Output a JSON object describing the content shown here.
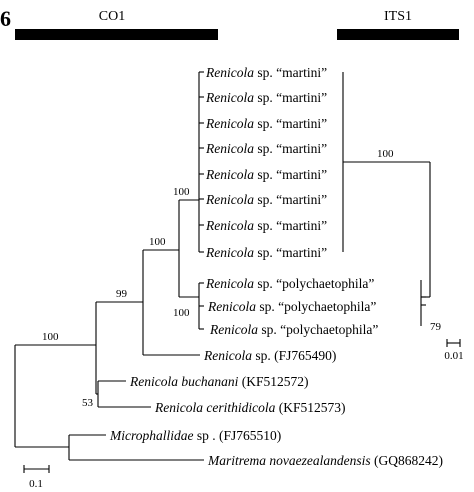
{
  "figure": {
    "panel_label": "6",
    "header_left": "CO1",
    "header_right": "ITS1",
    "scale_left": "0.1",
    "scale_right": "0.01"
  },
  "co1_tree": {
    "taxa": [
      {
        "genus": "Renicola",
        "rest": " sp. “martini”"
      },
      {
        "genus": "Renicola",
        "rest": " sp. “martini”"
      },
      {
        "genus": "Renicola",
        "rest": " sp. “martini”"
      },
      {
        "genus": "Renicola",
        "rest": " sp. “martini”"
      },
      {
        "genus": "Renicola",
        "rest": " sp. “martini”"
      },
      {
        "genus": "Renicola",
        "rest": " sp. “martini”"
      },
      {
        "genus": "Renicola",
        "rest": " sp. “martini”"
      },
      {
        "genus": "Renicola",
        "rest": " sp. “martini”"
      },
      {
        "genus": "Renicola",
        "rest": " sp. “polychaetophila”"
      },
      {
        "genus": "Renicola",
        "rest": " sp. “polychaetophila”"
      },
      {
        "genus": "Renicola",
        "rest": " sp. “polychaetophila”"
      },
      {
        "genus": "Renicola",
        "rest": " sp.  (FJ765490)"
      },
      {
        "genus": "Renicola buchanani",
        "rest": "    (KF512572)"
      },
      {
        "genus": "Renicola cerithidicola",
        "rest": "   (KF512573)"
      },
      {
        "genus": "Microphallidae",
        "rest": "  sp . (FJ765510)"
      },
      {
        "genus": "Maritrema novaezealandensis",
        "rest": "  (GQ868242)"
      }
    ],
    "support": [
      "100",
      "100",
      "100",
      "99",
      "100",
      "53"
    ]
  },
  "its1_tree": {
    "support": [
      "100",
      "79"
    ]
  }
}
